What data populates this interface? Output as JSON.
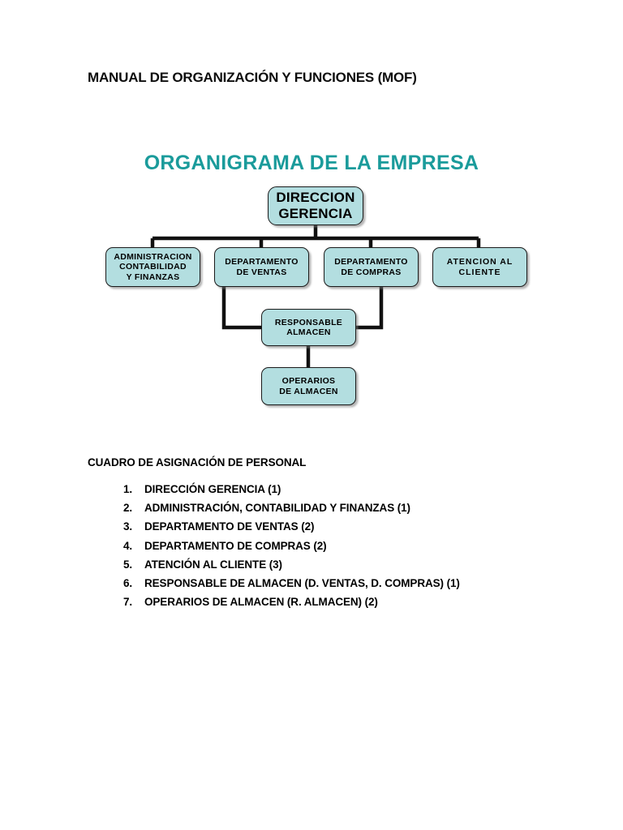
{
  "document": {
    "title": "MANUAL DE ORGANIZACIÓN Y FUNCIONES (MOF)"
  },
  "orgchart": {
    "heading": "ORGANIGRAMA DE LA EMPRESA",
    "accent_color": "#1a9b9b",
    "node_fill_color": "#b3dee0",
    "node_border_color": "#1a1a1a",
    "nodes": {
      "root": "DIRECCION\nGERENCIA",
      "administracion": "ADMINISTRACION\nCONTABILIDAD\nY FINANZAS",
      "ventas": "DEPARTAMENTO\nDE VENTAS",
      "compras": "DEPARTAMENTO\nDE COMPRAS",
      "atencion": "ATENCION AL\nCLIENTE",
      "responsable": "RESPONSABLE\nALMACEN",
      "operarios": "OPERARIOS\nDE ALMACEN"
    }
  },
  "personnel": {
    "title": "CUADRO DE ASIGNACIÓN DE PERSONAL",
    "items": [
      {
        "num": "1.",
        "text": "DIRECCIÓN GERENCIA (1)"
      },
      {
        "num": "2.",
        "text": "ADMINISTRACIÓN, CONTABILIDAD Y FINANZAS (1)"
      },
      {
        "num": "3.",
        "text": "DEPARTAMENTO DE VENTAS (2)"
      },
      {
        "num": "4.",
        "text": "DEPARTAMENTO DE COMPRAS (2)"
      },
      {
        "num": "5.",
        "text": "ATENCIÓN AL CLIENTE (3)"
      },
      {
        "num": "6.",
        "text": "RESPONSABLE DE ALMACEN (D. VENTAS, D. COMPRAS) (1)"
      },
      {
        "num": "7.",
        "text": "OPERARIOS DE ALMACEN (R. ALMACEN) (2)"
      }
    ]
  }
}
